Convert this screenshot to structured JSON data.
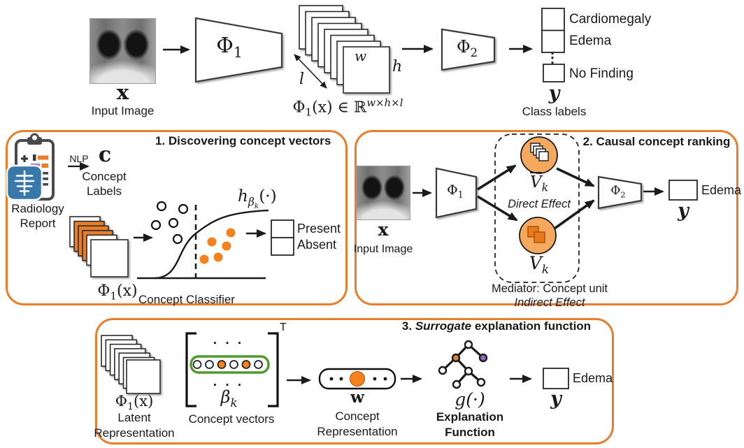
{
  "colors": {
    "accent_orange": "#E87E2B",
    "map_orange": "#E87E2B",
    "circle_fill": "#F5A95F",
    "dot_orange": "#F5821F",
    "inner_square_orange": "#E8791F",
    "green_box": "#4E9A2E",
    "purple_node": "#9467BD",
    "tree_node_orange": "#D9863D",
    "icon_blue": "#3879A9",
    "bar_purple": "#A87BC7"
  },
  "top": {
    "input_label": "x",
    "input_caption": "Input Image",
    "phi1": {
      "base": "Φ",
      "sub": "1"
    },
    "dim_w": "w",
    "dim_h": "h",
    "dim_l": "l",
    "formula": {
      "base": "Φ",
      "sub": "1",
      "mid": "(x) ∈ ℝ",
      "sup": "w×h×l"
    },
    "phi2": {
      "base": "Φ",
      "sub": "2"
    },
    "class_labels": [
      "Cardiomegaly",
      "Edema",
      "No Finding"
    ],
    "ellipsis": "⋮",
    "output_label": "y",
    "output_caption": "Class labels"
  },
  "panel1": {
    "title": "1. Discovering concept vectors",
    "report_caption": [
      "Radiology",
      "Report"
    ],
    "nlp_label": "NLP",
    "concept_symbol": "c",
    "concept_caption": [
      "Concept",
      "Labels"
    ],
    "stack_label": {
      "base": "Φ",
      "sub": "1",
      "rest": "(x)"
    },
    "classifier_label": {
      "base": "h",
      "sub": "β",
      "subsub": "k",
      "rest": "(·)"
    },
    "outcome_present": "Present",
    "outcome_absent": "Absent",
    "caption": "Concept Classifier"
  },
  "panel2": {
    "title": "2. Causal concept ranking",
    "input_label": "x",
    "input_caption": "Input Image",
    "phi1": {
      "base": "Φ",
      "sub": "1"
    },
    "phi2": {
      "base": "Φ",
      "sub": "2"
    },
    "direct_symbol": {
      "base": "V",
      "sub": "k"
    },
    "direct_caption": "Direct Effect",
    "indirect_symbol": {
      "base": "V",
      "sub": "k"
    },
    "mediator_caption": "Mediator: Concept unit",
    "indirect_caption": "Indirect Effect",
    "output_class": "Edema",
    "output_label": "y"
  },
  "panel3": {
    "title": {
      "prefix": "3. ",
      "italic": "Surrogate",
      "rest": " explanation function"
    },
    "stack_label": {
      "base": "Φ",
      "sub": "1",
      "rest": "(x)"
    },
    "stack_caption": [
      "Latent",
      "Representation"
    ],
    "transpose": "T",
    "dots": "· · ·",
    "beta": {
      "base": "β",
      "sub": "k"
    },
    "matrix_caption": "Concept vectors",
    "w_symbol": "w",
    "w_caption": [
      "Concept",
      "Representation"
    ],
    "g_symbol": "g(·)",
    "g_caption": [
      "Explanation",
      "Function"
    ],
    "output_class": "Edema",
    "output_label": "y"
  }
}
